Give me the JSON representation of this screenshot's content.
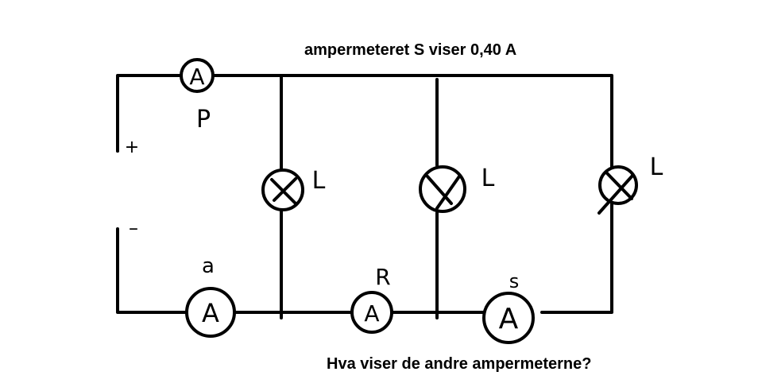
{
  "title": "ampermeteret S viser 0,40 A",
  "question": "Hva viser de andre ampermeterne?",
  "battery": {
    "positive": "+",
    "negative": "–"
  },
  "ammeter_symbol": "A",
  "ammeters": [
    {
      "label": "P"
    },
    {
      "label": "a"
    },
    {
      "label": "R"
    },
    {
      "label": "s"
    }
  ],
  "lamps": [
    {
      "label": "L"
    },
    {
      "label": "L"
    },
    {
      "label": "L"
    }
  ]
}
